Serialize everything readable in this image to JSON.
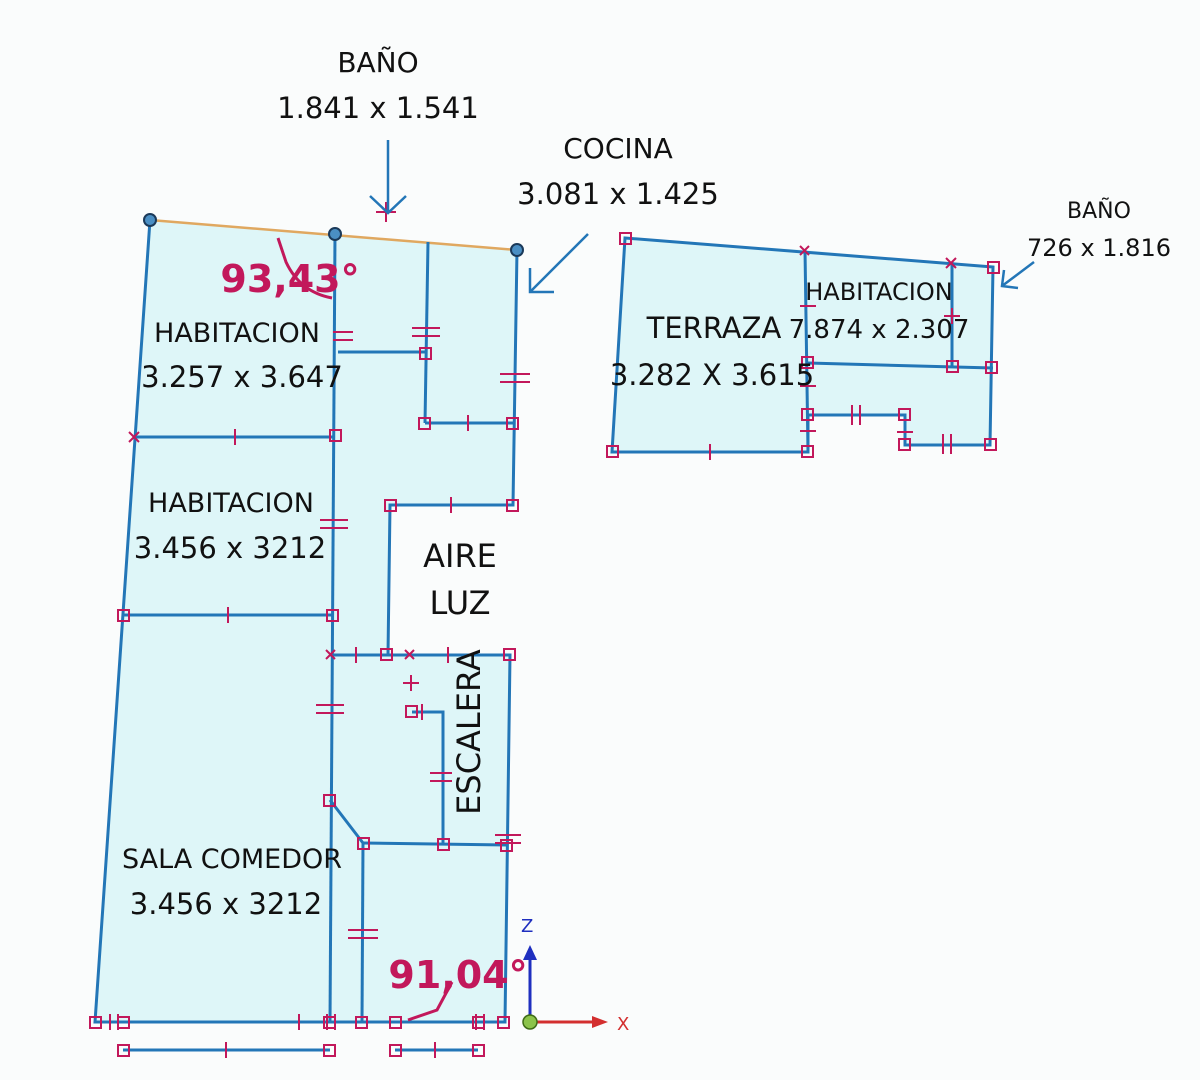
{
  "labels": {
    "bano_top_name": "BAÑO",
    "bano_top_dims": "1.841 x 1.541",
    "cocina_name": "COCINA",
    "cocina_dims": "3.081 x 1.425",
    "bano_right_name": "BAÑO",
    "bano_right_dims": "726 x 1.816",
    "hab1_name": "HABITACION",
    "hab1_dims": "3.257 x 3.647",
    "hab2_name": "HABITACION",
    "hab2_dims": "3.456 x 3212",
    "sala_name": "SALA COMEDOR",
    "sala_dims": "3.456 x 3212",
    "aire": "AIRE",
    "luz": "LUZ",
    "escalera": "ESCALERA",
    "terraza_name": "TERRAZA",
    "terraza_dims": "3.282 X 3.615",
    "hab3_name": "HABITACION",
    "hab3_dims": "7.874 x 2.307"
  },
  "angles": {
    "top": "93,43°",
    "bottom": "91,04°"
  },
  "axes": {
    "z": "Z",
    "x": "X"
  },
  "colors": {
    "wall": "#2376b7",
    "room_fill": "#def6f8",
    "marker": "#c2185b",
    "roof_line": "#e0a860"
  }
}
